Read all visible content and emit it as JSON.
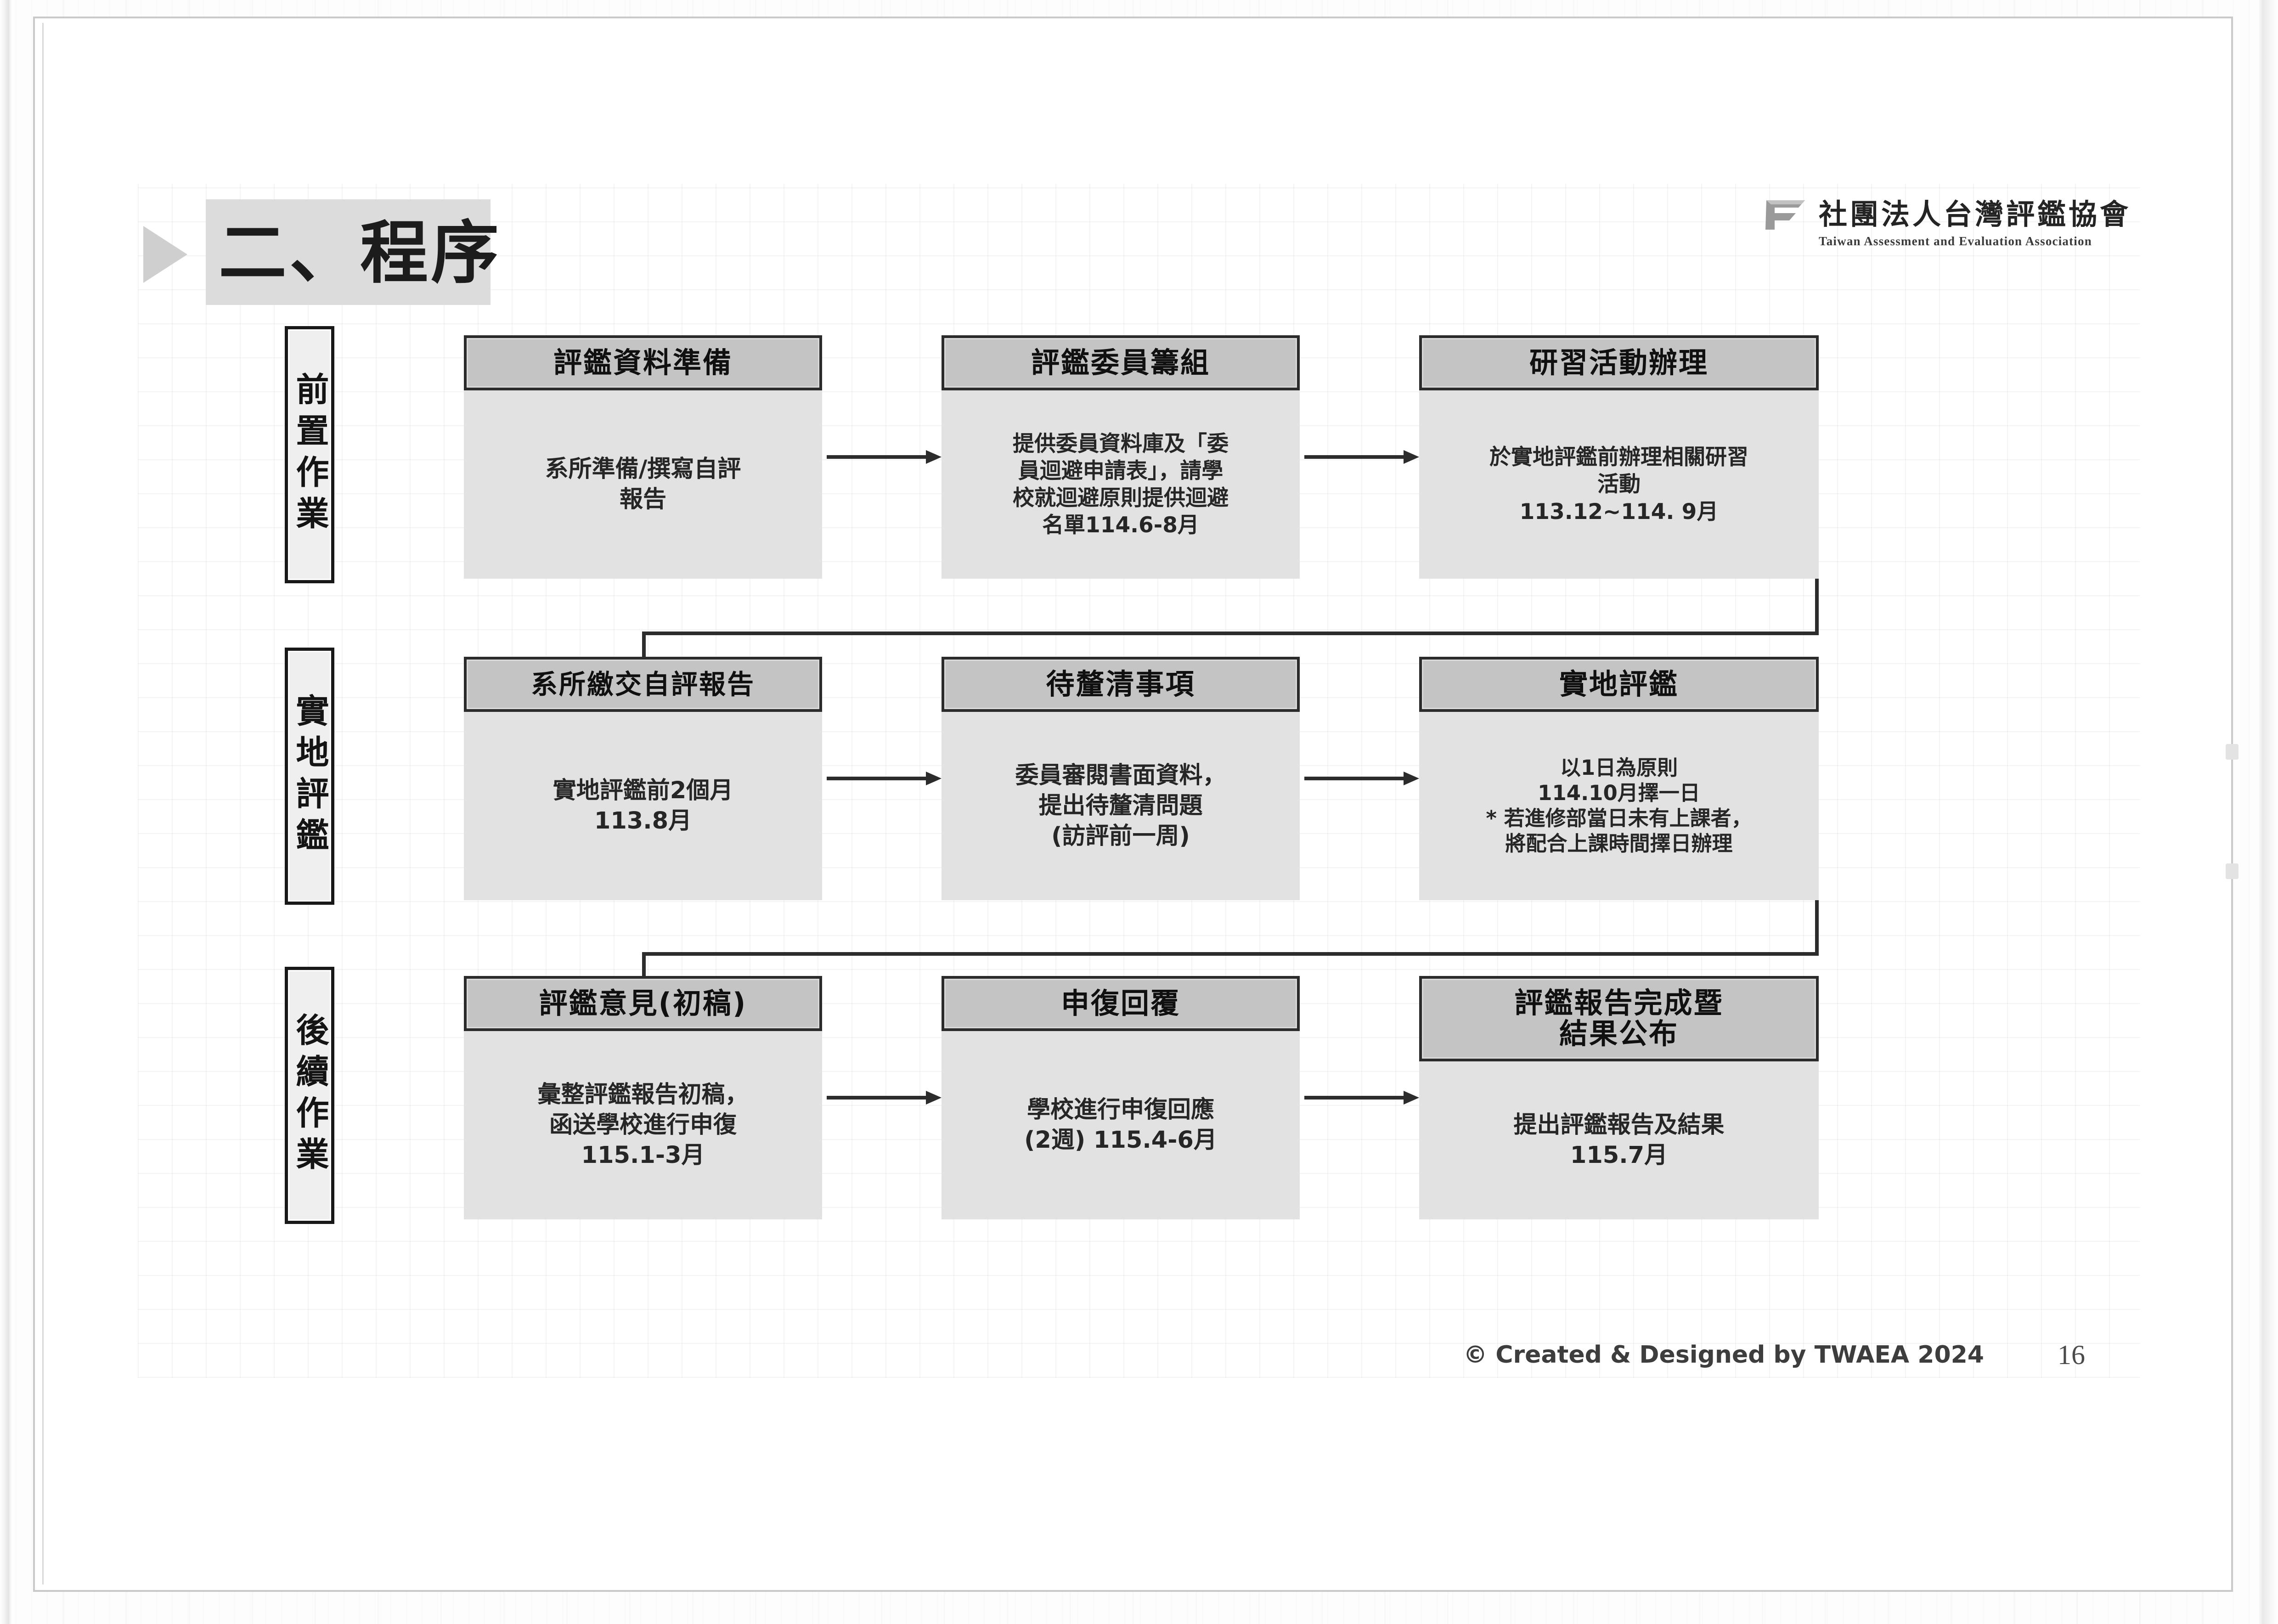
{
  "header": {
    "title": "二、程序",
    "arrow_icon": "triangle-right-icon",
    "brand": {
      "logo_icon": "twaea-logo-icon",
      "name_cn": "社團法人台灣評鑑協會",
      "name_en": "Taiwan Assessment and Evaluation Association"
    }
  },
  "flow": {
    "rows": [
      {
        "stage_label": "前置作業",
        "cards": [
          {
            "title": "評鑑資料準備",
            "body": "系所準備/撰寫自評\n報告"
          },
          {
            "title": "評鑑委員籌組",
            "body": "提供委員資料庫及「委\n員迴避申請表」，請學\n校就迴避原則提供迴避\n名單114.6-8月"
          },
          {
            "title": "研習活動辦理",
            "body": "於實地評鑑前辦理相關研習\n活動\n113.12~114. 9月"
          }
        ]
      },
      {
        "stage_label": "實地評鑑",
        "cards": [
          {
            "title": "系所繳交自評報告",
            "body": "實地評鑑前2個月\n113.8月"
          },
          {
            "title": "待釐清事項",
            "body": "委員審閱書面資料，\n提出待釐清問題\n(訪評前一周)"
          },
          {
            "title": "實地評鑑",
            "body": "以1日為原則\n114.10月擇一日\n* 若進修部當日未有上課者，\n將配合上課時間擇日辦理"
          }
        ]
      },
      {
        "stage_label": "後續作業",
        "cards": [
          {
            "title": "評鑑意見(初稿)",
            "body": "彙整評鑑報告初稿，\n函送學校進行申復\n115.1-3月"
          },
          {
            "title": "申復回覆",
            "body": "學校進行申復回應\n(2週) 115.4-6月"
          },
          {
            "title": "評鑑報告完成暨\n結果公布",
            "body": "提出評鑑報告及結果\n115.7月"
          }
        ]
      }
    ],
    "connector_icon": "arrow-right-icon",
    "row_connector_icon": "elbow-arrow-down-icon"
  },
  "footer": {
    "copyright": "© Created & Designed by TWAEA 2024",
    "page_number": "16"
  },
  "colors": {
    "card_body_bg": "#e2e2e2",
    "card_head_bg": "#c4c4c4",
    "card_head_border": "#2b2b2b",
    "title_plate_bg": "#dcdcdc",
    "arrow": "#2c2c2c",
    "text": "#141414"
  }
}
